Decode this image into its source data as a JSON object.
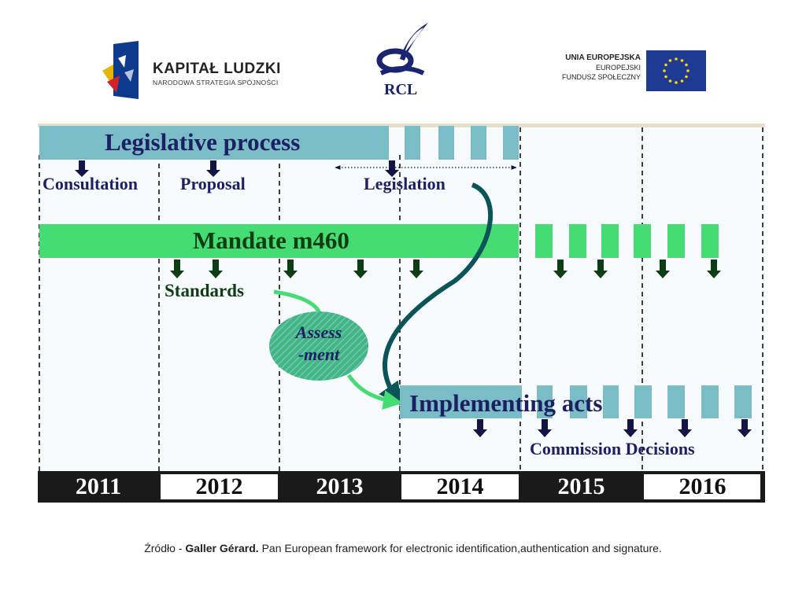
{
  "header": {
    "kapital_title": "KAPITAŁ LUDZKI",
    "kapital_subtitle": "NARODOWA STRATEGIA SPÓJNOŚCI",
    "rcl_label": "RCL",
    "ue_line1": "UNIA EUROPEJSKA",
    "ue_line2": "EUROPEJSKI",
    "ue_line3": "FUNDUSZ SPOŁECZNY"
  },
  "diagram": {
    "legislative_process": "Legislative process",
    "consultation": "Consultation",
    "proposal": "Proposal",
    "legislation": "Legislation",
    "mandate": "Mandate m460",
    "standards": "Standards",
    "assessment_line1": "Assess",
    "assessment_line2": "-ment",
    "implementing_acts": "Implementing acts",
    "commission_decisions": "Commission Decisions",
    "years": [
      "2011",
      "2012",
      "2013",
      "2014",
      "2015",
      "2016"
    ],
    "colors": {
      "legislative_bar": "#7bbdc6",
      "mandate_bar": "#45dd73",
      "implementing_bar": "#7bbdc6",
      "arrow_blue": "#111445",
      "arrow_green": "#0e3d14",
      "curve_teal": "#0b5558",
      "curve_green": "#45dd73",
      "year_dark": "#1a1a1a",
      "text_navy": "#1c1f63",
      "text_green": "#0e3d14"
    }
  },
  "source": {
    "prefix": "Źródło - ",
    "author": "Galler Gérard.",
    "title": " Pan European framework for electronic identification,authentication and signature."
  }
}
